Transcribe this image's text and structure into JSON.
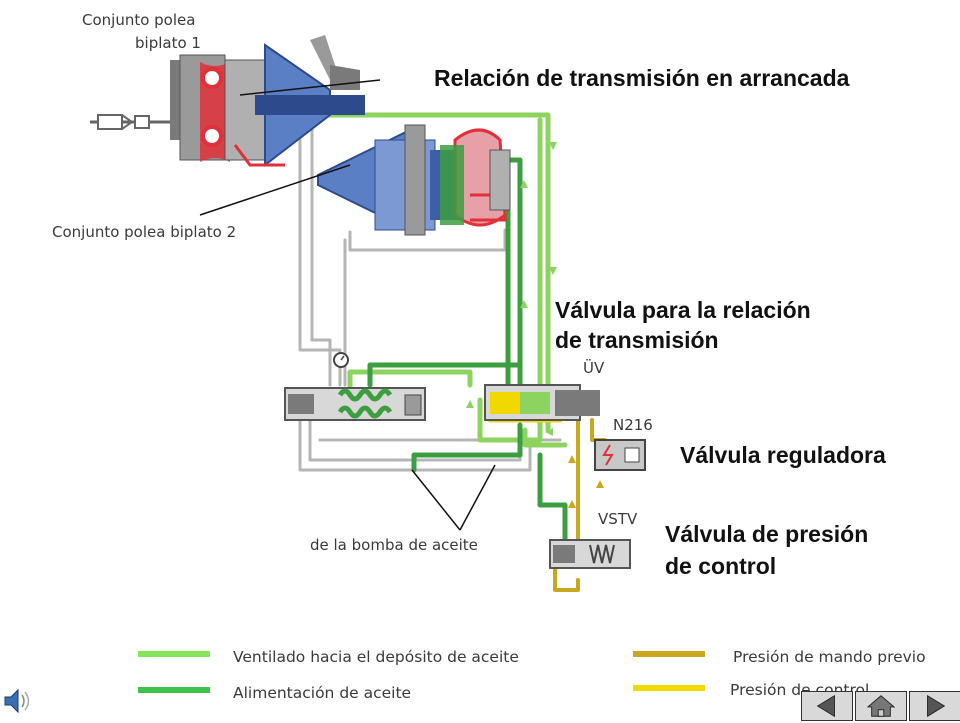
{
  "labels": {
    "pulley_set_1_line1": "Conjunto polea",
    "pulley_set_1_line2": "biplato 1",
    "pulley_set_2": "Conjunto polea biplato 2",
    "start_ratio": "Relación de transmisión en arrancada",
    "ratio_valve_line1": "Válvula para la relación",
    "ratio_valve_line2": "de transmisión",
    "uv": "ÜV",
    "n216": "N216",
    "regulator_valve": "Válvula reguladora",
    "vstv": "VSTV",
    "control_pressure_valve_line1": "Válvula de presión",
    "control_pressure_valve_line2": "de control",
    "oil_pump": "de la bomba de aceite"
  },
  "legend": [
    {
      "label": "Ventilado hacia el depósito de aceite",
      "color": "#86e65a"
    },
    {
      "label": "Alimentación de aceite",
      "color": "#3fc24c"
    },
    {
      "label": "Presión de mando previo",
      "color": "#c9a820"
    },
    {
      "label": "Presión de control",
      "color": "#f0d800"
    }
  ],
  "colors": {
    "vent_line": "#8dd35f",
    "supply_line": "#3b9e3f",
    "pilot_line": "#c9a820",
    "control_line": "#f0d800",
    "pulley_blue": "#5b7fc4",
    "pulley_dark": "#2c4a8c",
    "seal_red": "#e0303a",
    "casing_gray": "#9a9a9a"
  },
  "icons": {
    "speaker": "speaker-icon",
    "prev": "arrow-left-icon",
    "home": "home-icon",
    "next": "arrow-right-icon"
  }
}
